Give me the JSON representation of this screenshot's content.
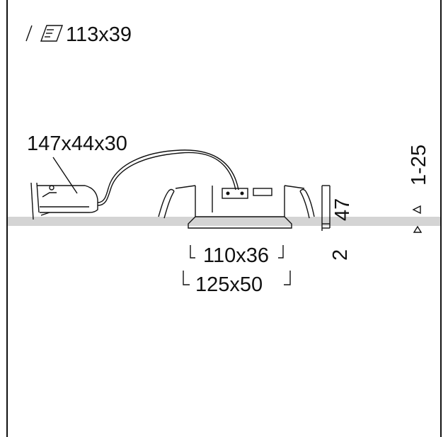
{
  "cutout": {
    "label": "113x39"
  },
  "driver": {
    "label": "147x44x30"
  },
  "dimensions": {
    "inner_width": "110x36",
    "outer_width": "125x50",
    "height": "47",
    "flange": "2",
    "ceiling_thickness": "1-25"
  },
  "icons": {
    "cutout": "ceiling-cutout-icon"
  },
  "colors": {
    "line": "#111111",
    "ceiling": "#d4d4d4",
    "background": "#ffffff"
  }
}
